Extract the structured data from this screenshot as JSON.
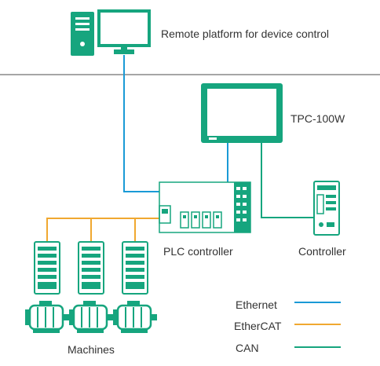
{
  "labels": {
    "remote_platform": "Remote platform for device control",
    "tpc": "TPC-100W",
    "plc": "PLC controller",
    "controller": "Controller",
    "machines": "Machines"
  },
  "legend": [
    {
      "label": "Ethernet",
      "color": "#1a9ad6"
    },
    {
      "label": "EtherCAT",
      "color": "#f0a830"
    },
    {
      "label": "CAN",
      "color": "#16a57e"
    }
  ],
  "colors": {
    "device_green": "#16a57e",
    "divider_gray": "#a6a6a6"
  }
}
